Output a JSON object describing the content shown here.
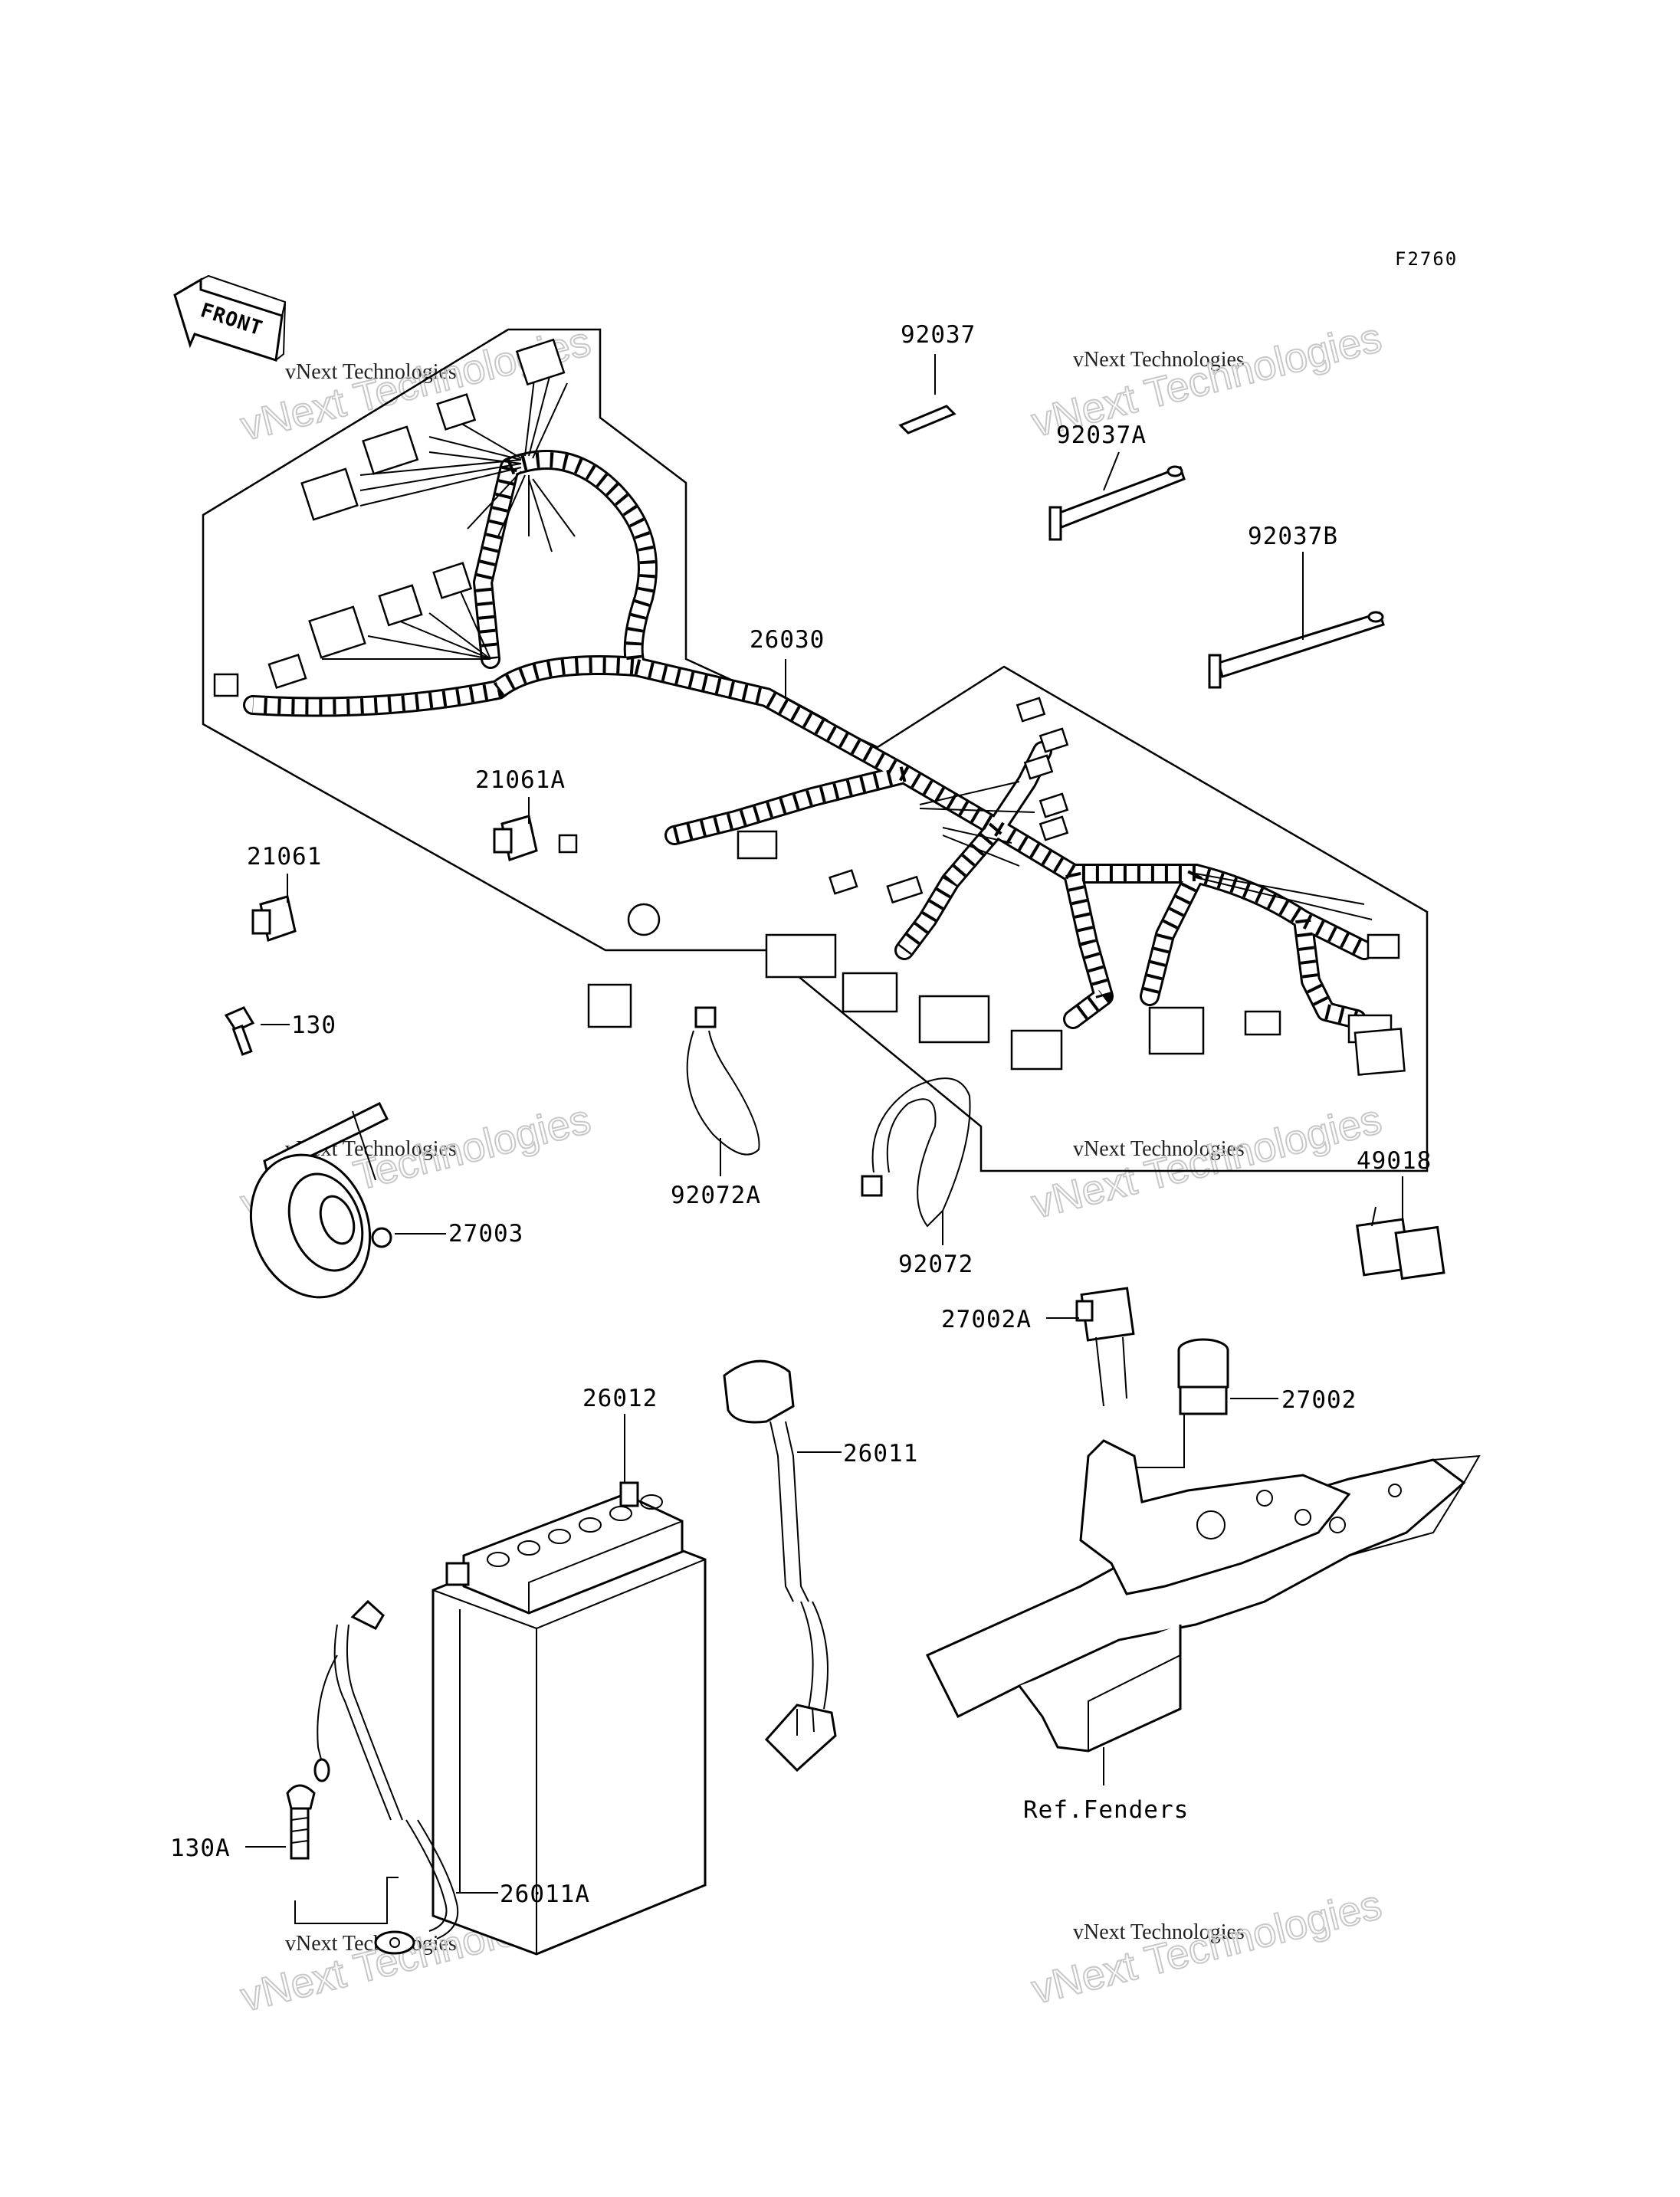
{
  "figure_code": "F2760",
  "front_label": "FRONT",
  "watermark": {
    "line1": "vNext Technologies",
    "line2": "vNext Technologies"
  },
  "parts": [
    {
      "id": "92037",
      "label": "92037"
    },
    {
      "id": "92037A",
      "label": "92037A"
    },
    {
      "id": "92037B",
      "label": "92037B"
    },
    {
      "id": "26030",
      "label": "26030"
    },
    {
      "id": "21061A",
      "label": "21061A"
    },
    {
      "id": "21061",
      "label": "21061"
    },
    {
      "id": "130",
      "label": "130"
    },
    {
      "id": "27003",
      "label": "27003"
    },
    {
      "id": "92072A",
      "label": "92072A"
    },
    {
      "id": "92072",
      "label": "92072"
    },
    {
      "id": "49018",
      "label": "49018"
    },
    {
      "id": "27002A",
      "label": "27002A"
    },
    {
      "id": "27002",
      "label": "27002"
    },
    {
      "id": "26012",
      "label": "26012"
    },
    {
      "id": "26011",
      "label": "26011"
    },
    {
      "id": "130A",
      "label": "130A"
    },
    {
      "id": "26011A",
      "label": "26011A"
    },
    {
      "id": "ref_fenders",
      "label": "Ref.Fenders"
    }
  ]
}
